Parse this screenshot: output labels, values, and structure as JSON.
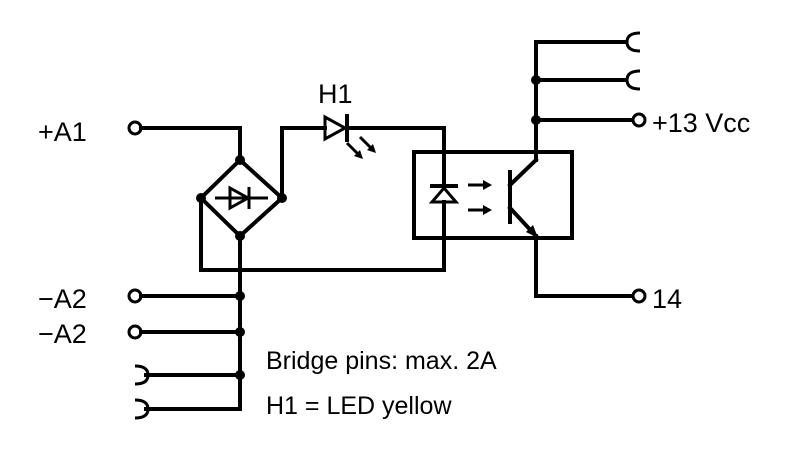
{
  "terminals": {
    "a1": "+A1",
    "a2_top": "−A2",
    "a2_bottom": "−A2",
    "vcc": "+13 Vcc",
    "out14": "14"
  },
  "components": {
    "led_label": "H1"
  },
  "notes": {
    "bridge": "Bridge pins: max. 2A",
    "led": "H1 = LED yellow"
  }
}
